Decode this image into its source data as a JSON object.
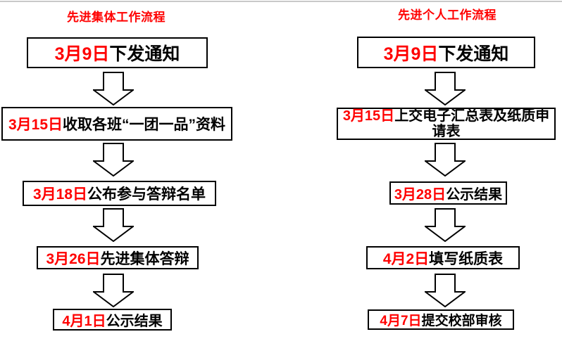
{
  "colors": {
    "accent_red": "#ff0000",
    "box_border": "#000000",
    "top_divider": "#c9c9c9",
    "background": "#ffffff"
  },
  "left_flow": {
    "title": "先进集体工作流程",
    "steps": [
      {
        "date": "3月9日",
        "text": "下发通知"
      },
      {
        "date": "3月15日",
        "text": "收取各班“一团一品”资料"
      },
      {
        "date": "3月18日",
        "text": "公布参与答辩名单"
      },
      {
        "date": "3月26日",
        "text": "先进集体答辩"
      },
      {
        "date": "4月1日",
        "text": "公示结果"
      }
    ]
  },
  "right_flow": {
    "title": "先进个人工作流程",
    "steps": [
      {
        "date": "3月9日",
        "text": "下发通知"
      },
      {
        "date": "3月15日",
        "text": "上交电子汇总表及纸质申请表"
      },
      {
        "date": "3月28日",
        "text": "公示结果"
      },
      {
        "date": "4月2日",
        "text": "填写纸质表"
      },
      {
        "date": "4月7日",
        "text": "提交校部审核"
      }
    ]
  }
}
